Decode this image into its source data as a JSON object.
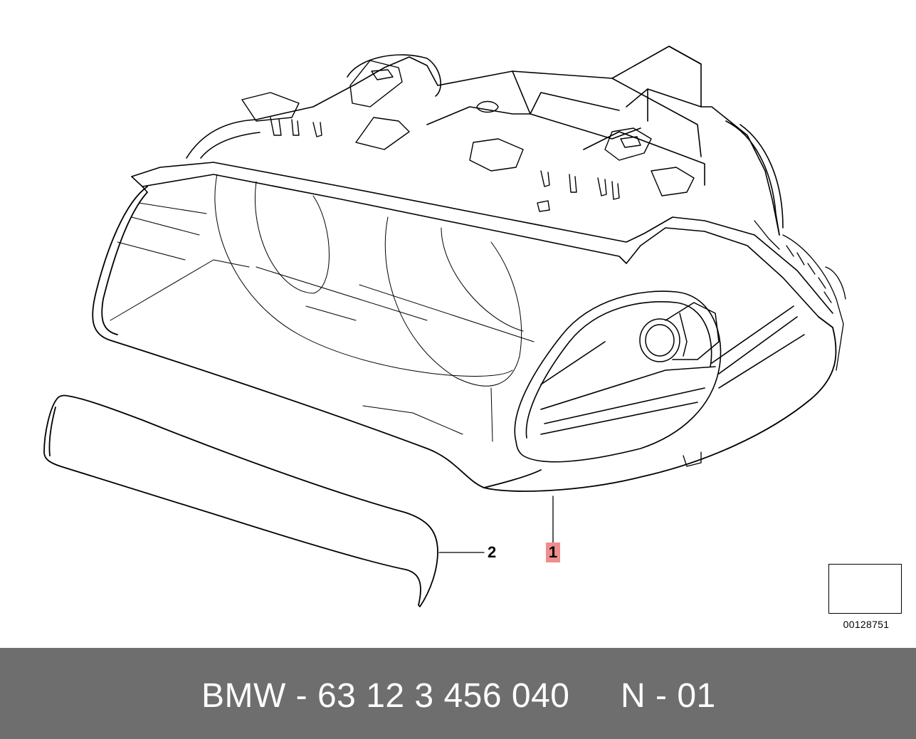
{
  "callouts": {
    "headlight": "1",
    "trim_strip": "2"
  },
  "reference_number": "00128751",
  "footer": {
    "part_label": "BMW - 63 12 3 456 040",
    "code_label": "N - 01"
  },
  "colors": {
    "footer_background": "#6e6e6e",
    "callout_highlight": "#ef8e8e"
  }
}
